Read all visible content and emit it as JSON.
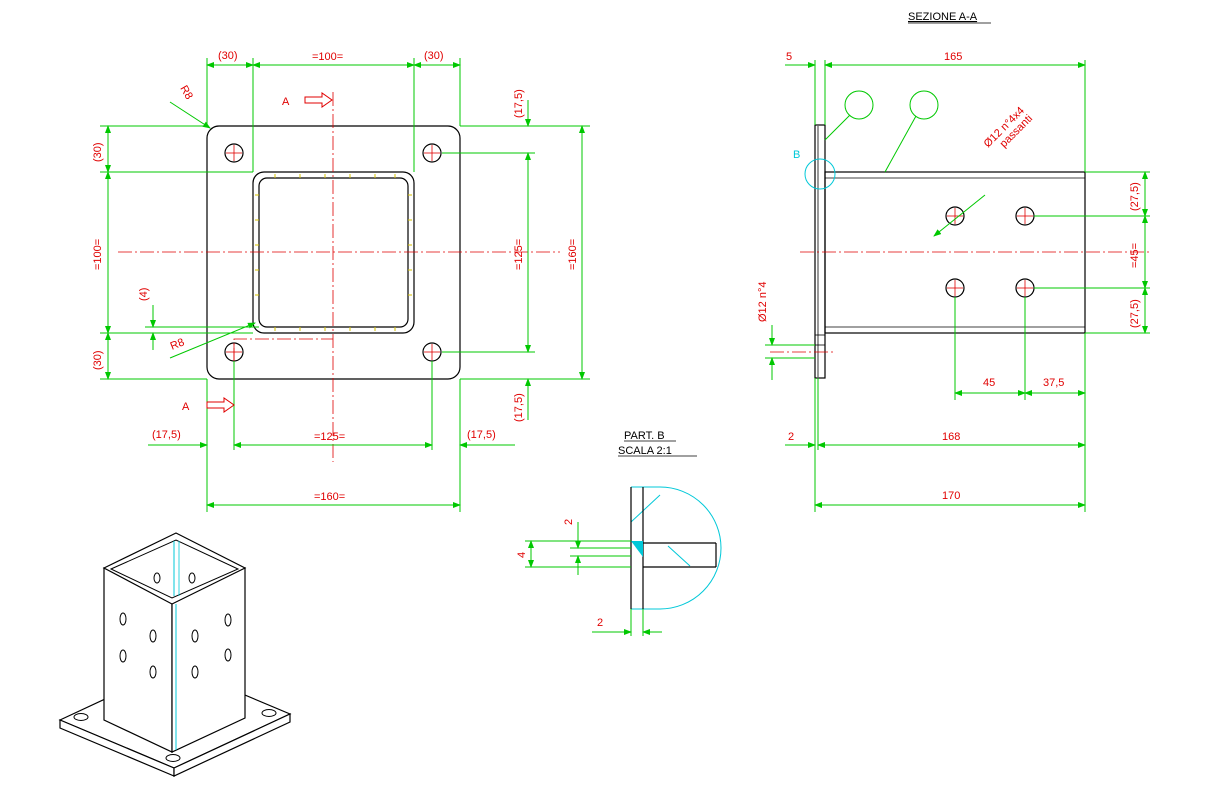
{
  "colors": {
    "dimension": "#00c800",
    "label": "#e00000",
    "object": "#000000",
    "cyan": "#00c8d8",
    "center": "#e00000"
  },
  "section_title": "SEZIONE A-A",
  "detail_title": "PART. B",
  "detail_scale": "SCALA 2:1",
  "section_marks": {
    "a_top": "A",
    "a_bottom": "A",
    "b_mark": "B"
  },
  "plan_dims": {
    "top_left": "(30)",
    "top_mid": "=100=",
    "top_right": "(30)",
    "right_top": "(17,5)",
    "right_mid": "=125=",
    "right_bottom": "(17,5)",
    "right_overall": "=160=",
    "left_top": "(30)",
    "left_mid": "=100=",
    "left_bottom": "(30)",
    "left_small": "(4)",
    "radius_top": "R8",
    "radius_bottom": "R8",
    "bottom_left": "(17,5)",
    "bottom_mid": "=125=",
    "bottom_right": "(17,5)",
    "bottom_overall": "=160="
  },
  "section_dims": {
    "top_small": "5",
    "top_long": "165",
    "holes_note_1": "Ø12 n°4x4",
    "holes_note_2": "passanti",
    "side_hole": "Ø12 n°4",
    "right_top": "(27,5)",
    "right_mid": "=45=",
    "right_bottom": "(27,5)",
    "bottom_a": "45",
    "bottom_b": "37,5",
    "row2_small": "2",
    "row2_long": "168",
    "overall": "170"
  },
  "detail_dims": {
    "v_top": "2",
    "v_left": "4",
    "h_bottom": "2"
  }
}
